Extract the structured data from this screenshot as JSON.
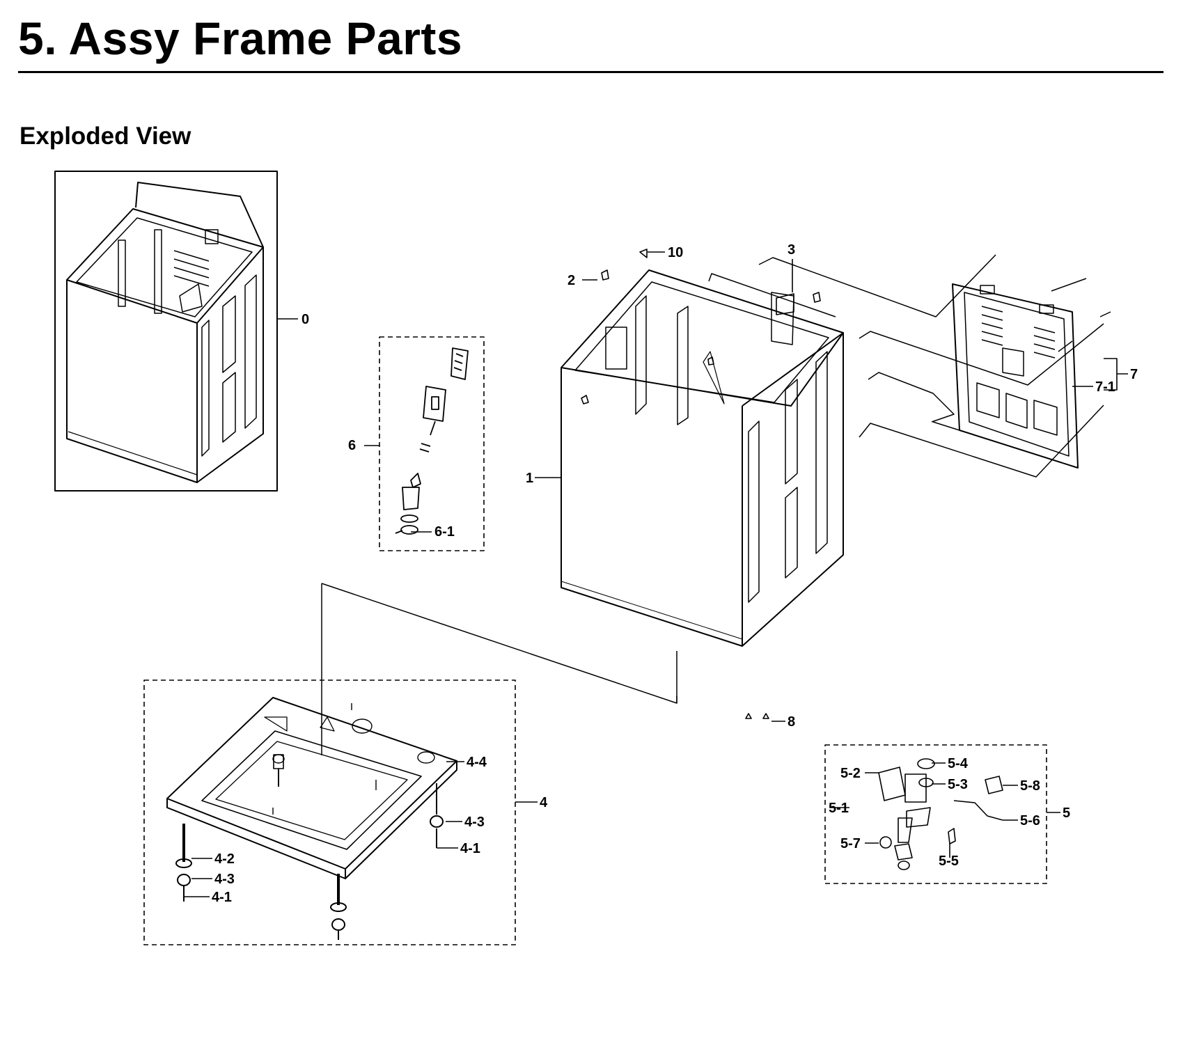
{
  "page": {
    "title": "5.  Assy Frame Parts",
    "subtitle": "Exploded View"
  },
  "callouts": {
    "c0": "0",
    "c1": "1",
    "c2": "2",
    "c3": "3",
    "c4": "4",
    "c4_1a": "4-1",
    "c4_1b": "4-1",
    "c4_2": "4-2",
    "c4_3a": "4-3",
    "c4_3b": "4-3",
    "c4_4": "4-4",
    "c5": "5",
    "c5_1": "5-1",
    "c5_2": "5-2",
    "c5_3": "5-3",
    "c5_4": "5-4",
    "c5_5": "5-5",
    "c5_6": "5-6",
    "c5_7": "5-7",
    "c5_8": "5-8",
    "c6": "6",
    "c6_1": "6-1",
    "c7": "7",
    "c7_1": "7-1",
    "c8": "8",
    "c10": "10"
  }
}
